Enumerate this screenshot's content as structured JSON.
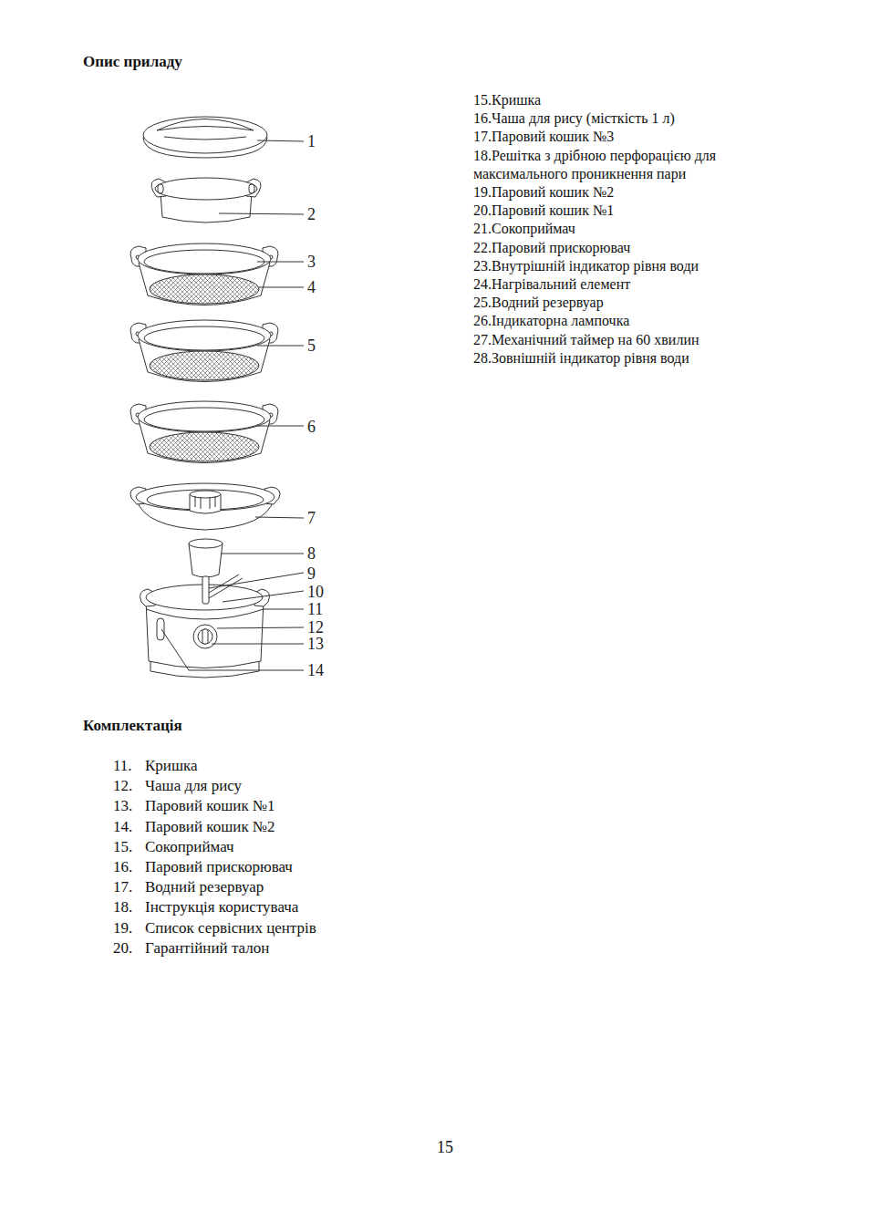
{
  "diagram": {
    "title": "Опис приладу",
    "labels": [
      "1",
      "2",
      "3",
      "4",
      "5",
      "6",
      "7",
      "8",
      "9",
      "10",
      "11",
      "12",
      "13",
      "14",
      "15.Кришка",
      "16.Чаша для рису (місткість 1 л)",
      "17.Паровий кошик №3",
      "18.Решітка з дрібною перфорацією для максимального проникнення пари",
      "19.Паровий кошик №2",
      "20.Паровий кошик №1",
      "21.Сокоприймач",
      "22.Паровий прискорювач",
      "23.Внутрішній індикатор рівня води",
      "24.Нагрівальний елемент",
      "25.Водний резервуар",
      "26.Індикаторна лампочка",
      "27.Механічний таймер на 60 хвилин",
      "28.Зовнішній індикатор рівня води",
      "Комплектація",
      "11.",
      "Кришка",
      "12.",
      "Чаша для рису",
      "13.",
      "Паровий кошик №1",
      "14.",
      "Паровий кошик №2",
      "15.",
      "Сокоприймач",
      "16.",
      "Паровий прискорювач",
      "17.",
      "Водний резервуар",
      "18.",
      "Інструкція користувача",
      "19.",
      "Список сервісних центрів",
      "20.",
      "Гарантійний талон",
      "15"
    ]
  }
}
